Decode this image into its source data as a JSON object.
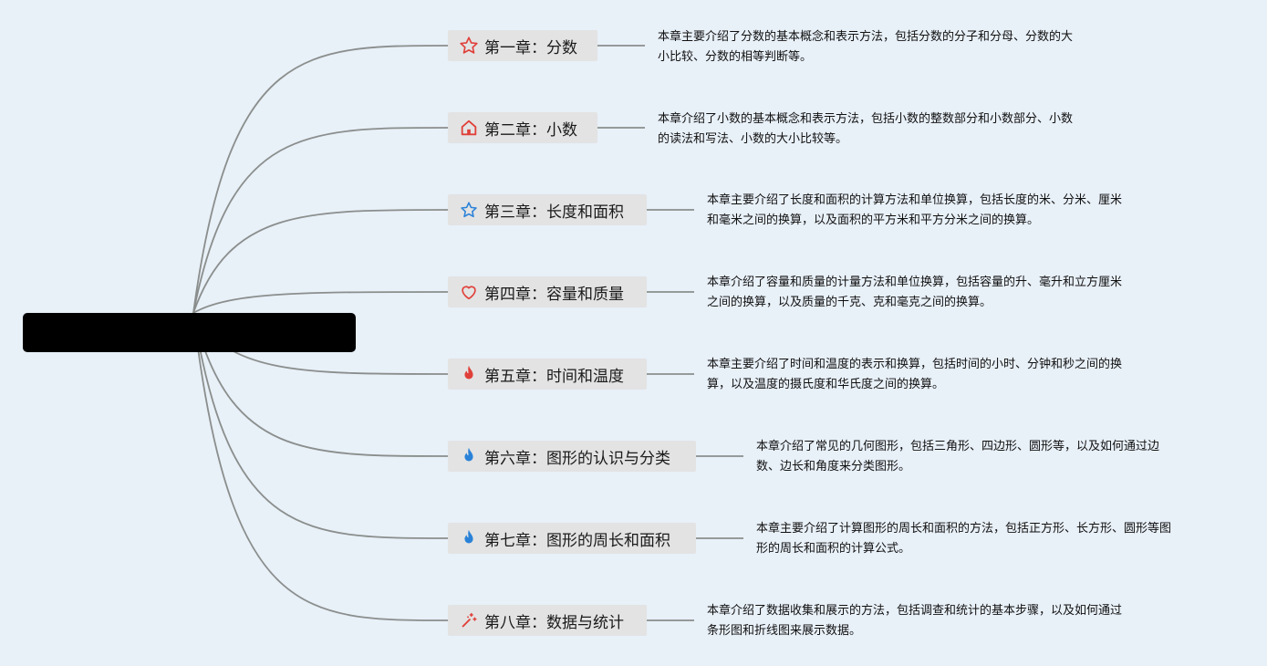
{
  "chapters": [
    {
      "icon": "star-outline-red",
      "title": "第一章：分数",
      "desc_lines": [
        "本章主要介绍了分数的基本概念和表示方法，包括分数的分子和分母、分数的大",
        "小比较、分数的相等判断等。"
      ]
    },
    {
      "icon": "house-red",
      "title": "第二章：小数",
      "desc_lines": [
        "本章介绍了小数的基本概念和表示方法，包括小数的整数部分和小数部分、小数",
        "的读法和写法、小数的大小比较等。"
      ]
    },
    {
      "icon": "star-outline-blue",
      "title": "第三章：长度和面积",
      "desc_lines": [
        "本章主要介绍了长度和面积的计算方法和单位换算，包括长度的米、分米、厘米",
        "和毫米之间的换算，以及面积的平方米和平方分米之间的换算。"
      ]
    },
    {
      "icon": "heart-outline-red",
      "title": "第四章：容量和质量",
      "desc_lines": [
        "本章介绍了容量和质量的计量方法和单位换算，包括容量的升、毫升和立方厘米",
        "之间的换算，以及质量的千克、克和毫克之间的换算。"
      ]
    },
    {
      "icon": "flame-red",
      "title": "第五章：时间和温度",
      "desc_lines": [
        "本章主要介绍了时间和温度的表示和换算，包括时间的小时、分钟和秒之间的换",
        "算，以及温度的摄氏度和华氏度之间的换算。"
      ]
    },
    {
      "icon": "flame-blue",
      "title": "第六章：图形的认识与分类",
      "desc_lines": [
        "本章介绍了常见的几何图形，包括三角形、四边形、圆形等，以及如何通过边",
        "数、边长和角度来分类图形。"
      ]
    },
    {
      "icon": "flame-blue",
      "title": "第七章：图形的周长和面积",
      "desc_lines": [
        "本章主要介绍了计算图形的周长和面积的方法，包括正方形、长方形、圆形等图",
        "形的周长和面积的计算公式。"
      ]
    },
    {
      "icon": "sparkle-wand",
      "title": "第八章：数据与统计",
      "desc_lines": [
        "本章介绍了数据收集和展示的方法，包括调查和统计的基本步骤，以及如何通过",
        "条形图和折线图来展示数据。"
      ]
    }
  ],
  "colors": {
    "background": "#e8f0f8",
    "root": "#000000",
    "node": "#e3e3e3",
    "connector": "#8a8e8c",
    "icon_red": "#e0403a",
    "icon_blue": "#2a82d8"
  }
}
